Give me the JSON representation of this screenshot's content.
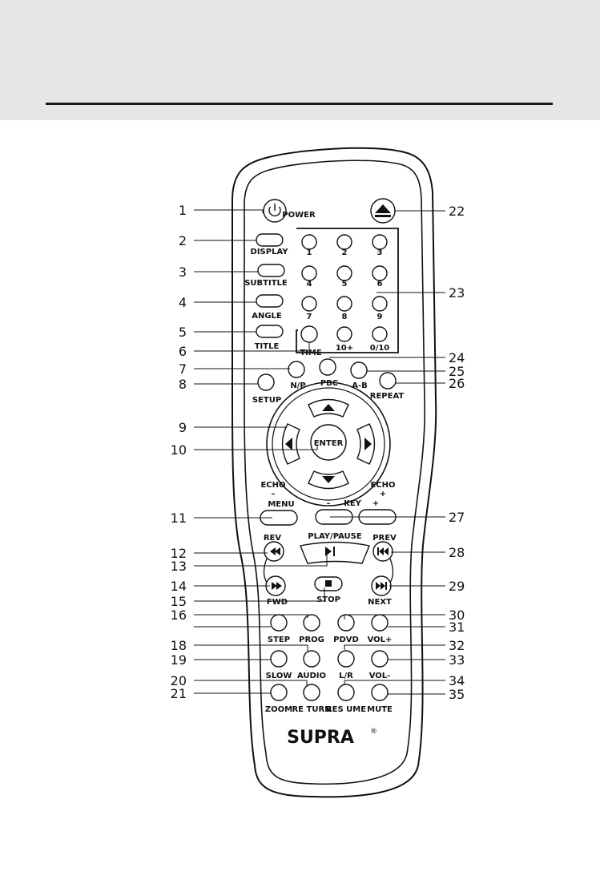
{
  "brand": "SUPRA",
  "brand_mark": "®",
  "numpad": [
    "1",
    "2",
    "3",
    "4",
    "5",
    "6",
    "7",
    "8",
    "9",
    "10+",
    "0/10"
  ],
  "labels": {
    "power": "POWER",
    "display": "DISPLAY",
    "subtitle": "SUBTITLE",
    "angle": "ANGLE",
    "title": "TITLE",
    "time": "TIME",
    "np": "N/P",
    "pbc": "PBC",
    "ab": "A-B",
    "repeat": "REPEAT",
    "setup": "SETUP",
    "enter": "ENTER",
    "echo_minus": "ECHO",
    "echo_minus_sign": "–",
    "echo_plus": "ECHO",
    "echo_plus_sign": "+",
    "menu": "MENU",
    "key_minus": "–",
    "key": "KEY",
    "key_plus": "+",
    "rev": "REV",
    "play_pause": "PLAY/PAUSE",
    "prev": "PREV",
    "fwd": "FWD",
    "stop": "STOP",
    "next": "NEXT",
    "step": "STEP",
    "prog": "PROG",
    "pdvd": "PDVD",
    "vol_plus": "VOL+",
    "slow": "SLOW",
    "audio": "AUDIO",
    "lr": "L/R",
    "vol_minus": "VOL-",
    "zoom": "ZOOM",
    "return": "RE TURN",
    "resume": "RES UME",
    "mute": "MUTE"
  },
  "callouts_left": [
    "1",
    "2",
    "3",
    "4",
    "5",
    "6",
    "7",
    "8",
    "9",
    "10",
    "11",
    "12",
    "13",
    "14",
    "15",
    "16",
    "18",
    "19",
    "20",
    "21"
  ],
  "callouts_right": [
    "22",
    "23",
    "24",
    "25",
    "26",
    "27",
    "28",
    "29",
    "30",
    "31",
    "32",
    "33",
    "34",
    "35"
  ]
}
